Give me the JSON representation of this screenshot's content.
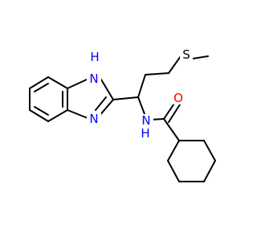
{
  "atoms": {
    "nh_label": {
      "text": "H",
      "color": "#0000ff"
    },
    "nh_h_label": {
      "text": "N",
      "color": "#0000ff"
    },
    "n_ring_label": {
      "text": "N",
      "color": "#0000ff"
    },
    "n_amide_label": {
      "text": "N",
      "color": "#0000ff"
    },
    "amide_h_label": {
      "text": "H",
      "color": "#0000ff"
    },
    "o_label": {
      "text": "O",
      "color": "#ff0000"
    },
    "s_label": {
      "text": "S",
      "color": "#000000"
    }
  },
  "colors": {
    "bond": "#000000",
    "background": "#ffffff"
  }
}
